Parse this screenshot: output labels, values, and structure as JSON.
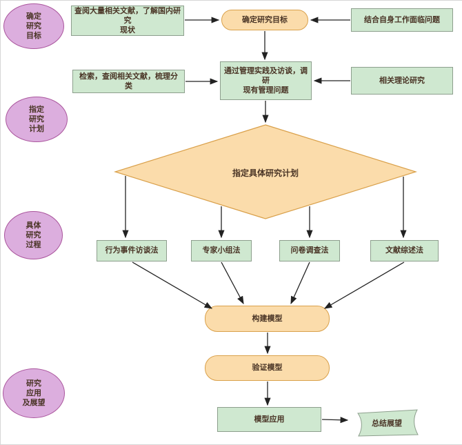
{
  "stages": [
    {
      "label": "确定\n研究\n目标"
    },
    {
      "label": "指定\n研究\n计划"
    },
    {
      "label": "具体\n研究\n过程"
    },
    {
      "label": "研究\n应用\n及展望"
    }
  ],
  "nodes": {
    "literature": "查阅大量相关文献，了解国内研究\n现状",
    "goal": "确定研究目标",
    "self_problem": "结合自身工作面临问题",
    "search": "检索，查阅相关文献，梳理分类",
    "interview": "通过管理实践及访谈，调研\n现有管理问题",
    "theory": "相关理论研究",
    "plan": "指定具体研究计划",
    "method1": "行为事件访谈法",
    "method2": "专家小组法",
    "method3": "问卷调查法",
    "method4": "文献综述法",
    "build": "构建模型",
    "verify": "验证模型",
    "apply": "模型应用",
    "summary": "总结展望"
  },
  "colors": {
    "stage_fill": "#dcaede",
    "stage_border": "#a9549c",
    "process_fill": "#cfe8d0",
    "process_border": "#8c9e8c",
    "highlight_fill": "#fbdcab",
    "highlight_border": "#d9a04a",
    "arrow": "#222222"
  }
}
